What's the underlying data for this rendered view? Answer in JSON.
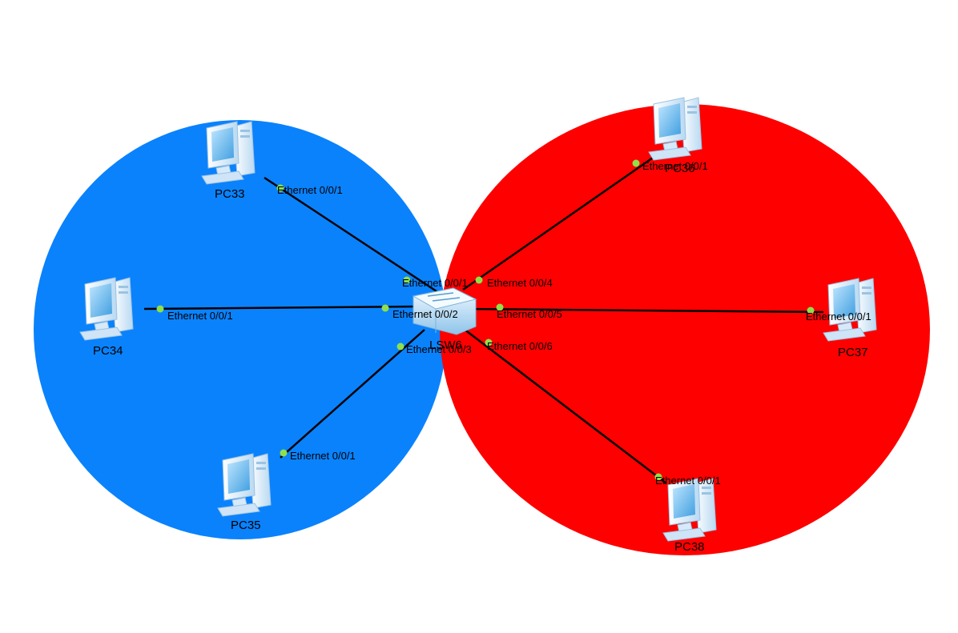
{
  "colors": {
    "zone_left": "#0a82fc",
    "zone_right": "#fe0000",
    "link": "#000000",
    "port_dot": "#8fe04a",
    "pc_body": "#cfe6f8",
    "pc_screen": "#5db4ea"
  },
  "switch": {
    "name": "LSW6"
  },
  "pcs": {
    "pc33": {
      "name": "PC33",
      "port": "Ethernet 0/0/1"
    },
    "pc34": {
      "name": "PC34",
      "port": "Ethernet 0/0/1"
    },
    "pc35": {
      "name": "PC35",
      "port": "Ethernet 0/0/1"
    },
    "pc36": {
      "name": "PC36",
      "port": "Ethernet 0/0/1"
    },
    "pc37": {
      "name": "PC37",
      "port": "Ethernet 0/0/1"
    },
    "pc38": {
      "name": "PC38",
      "port": "Ethernet 0/0/1"
    }
  },
  "switch_ports": {
    "p1": "Ethernet 0/0/1",
    "p2": "Ethernet 0/0/2",
    "p3": "Ethernet 0/0/3",
    "p4": "Ethernet 0/0/4",
    "p5": "Ethernet 0/0/5",
    "p6": "Ethernet 0/0/6"
  }
}
